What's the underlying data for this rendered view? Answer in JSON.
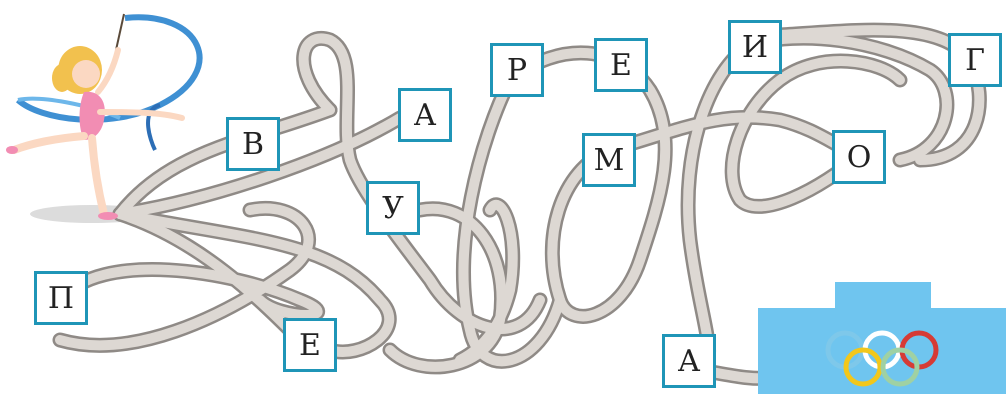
{
  "puzzle": {
    "letters": [
      {
        "id": "v",
        "char": "В"
      },
      {
        "id": "a1",
        "char": "А"
      },
      {
        "id": "u",
        "char": "У"
      },
      {
        "id": "r",
        "char": "Р"
      },
      {
        "id": "e1",
        "char": "Е"
      },
      {
        "id": "m",
        "char": "М"
      },
      {
        "id": "i",
        "char": "И"
      },
      {
        "id": "g",
        "char": "Г"
      },
      {
        "id": "o",
        "char": "О"
      },
      {
        "id": "p",
        "char": "П"
      },
      {
        "id": "e2",
        "char": "Е"
      },
      {
        "id": "a2",
        "char": "А"
      }
    ]
  },
  "colors": {
    "box_border": "#1f95b7",
    "path_fill": "#ddd8d3",
    "path_edge": "#8f8a86",
    "podium": "#6fc5ef",
    "ring_blue": "#7ec8ea",
    "ring_yellow": "#f2c71b",
    "ring_black": "#ffffff",
    "ring_green": "#9fd1a3",
    "ring_red": "#d63b35"
  },
  "icons": {
    "gymnast": "gymnast-with-ribbon-illustration",
    "podium": "olympic-podium-with-rings-illustration"
  }
}
